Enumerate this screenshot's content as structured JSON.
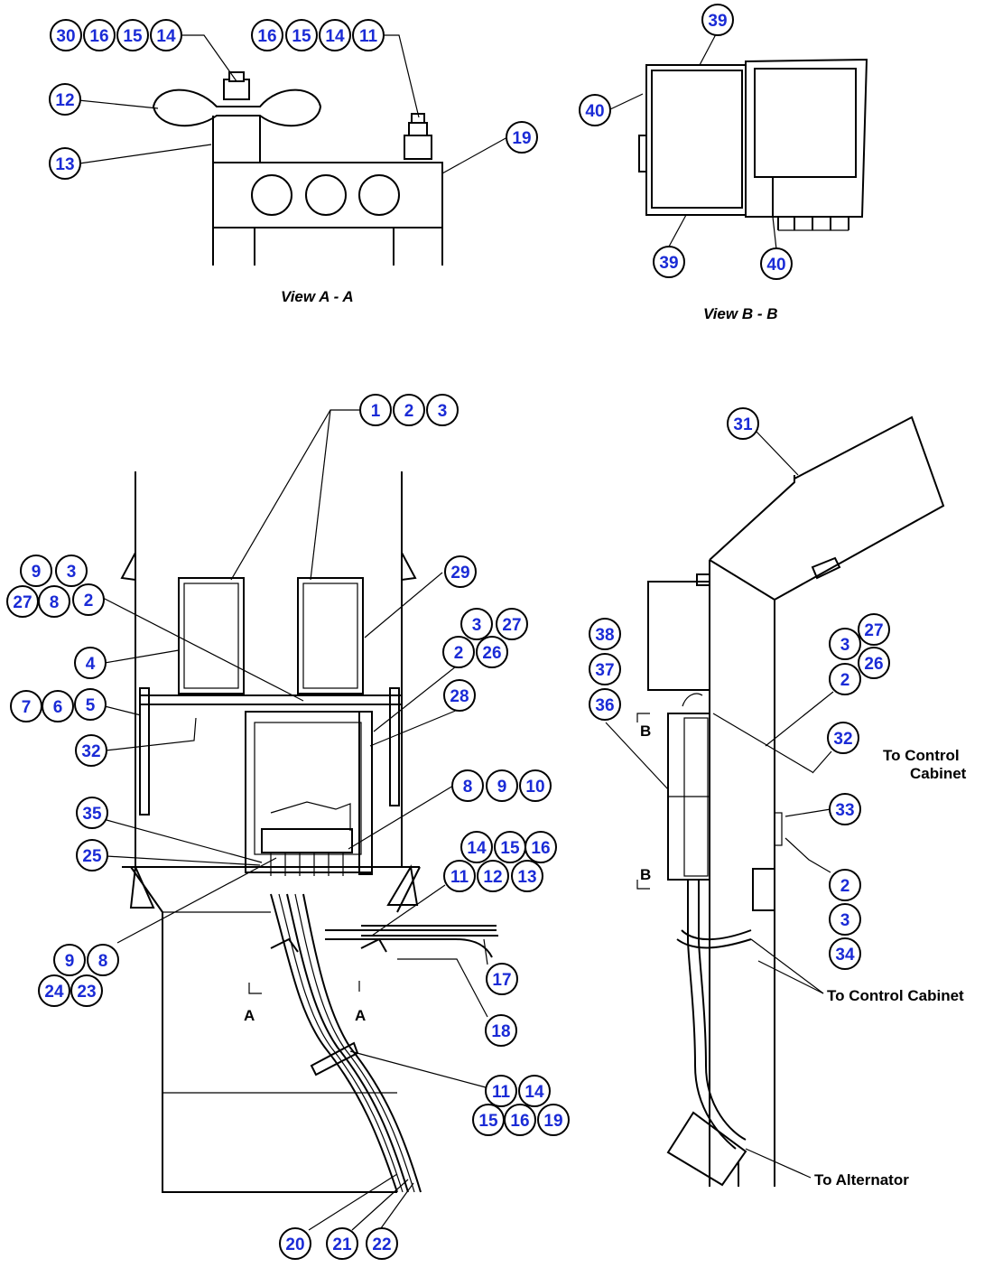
{
  "captions": {
    "view_a": "View A - A",
    "view_b": "View B - B"
  },
  "notes": {
    "to_control_cabinet_1a": "To Control",
    "to_control_cabinet_1b": "Cabinet",
    "to_control_cabinet_2": "To Control Cabinet",
    "to_alternator": "To Alternator"
  },
  "section_marks": {
    "a1": "A",
    "a2": "A",
    "b1": "B",
    "b2": "B"
  },
  "bubbles": [
    {
      "t": "30"
    },
    {
      "t": "16"
    },
    {
      "t": "15"
    },
    {
      "t": "14"
    },
    {
      "t": "16"
    },
    {
      "t": "15"
    },
    {
      "t": "14"
    },
    {
      "t": "11"
    },
    {
      "t": "12"
    },
    {
      "t": "13"
    },
    {
      "t": "19"
    },
    {
      "t": "39"
    },
    {
      "t": "40"
    },
    {
      "t": "39"
    },
    {
      "t": "40"
    },
    {
      "t": "1"
    },
    {
      "t": "2"
    },
    {
      "t": "3"
    },
    {
      "t": "31"
    },
    {
      "t": "9"
    },
    {
      "t": "3"
    },
    {
      "t": "27"
    },
    {
      "t": "8"
    },
    {
      "t": "2"
    },
    {
      "t": "29"
    },
    {
      "t": "3"
    },
    {
      "t": "27"
    },
    {
      "t": "2"
    },
    {
      "t": "26"
    },
    {
      "t": "4"
    },
    {
      "t": "7"
    },
    {
      "t": "6"
    },
    {
      "t": "5"
    },
    {
      "t": "28"
    },
    {
      "t": "32"
    },
    {
      "t": "8"
    },
    {
      "t": "9"
    },
    {
      "t": "10"
    },
    {
      "t": "35"
    },
    {
      "t": "25"
    },
    {
      "t": "14"
    },
    {
      "t": "15"
    },
    {
      "t": "16"
    },
    {
      "t": "11"
    },
    {
      "t": "12"
    },
    {
      "t": "13"
    },
    {
      "t": "9"
    },
    {
      "t": "8"
    },
    {
      "t": "24"
    },
    {
      "t": "23"
    },
    {
      "t": "17"
    },
    {
      "t": "18"
    },
    {
      "t": "11"
    },
    {
      "t": "14"
    },
    {
      "t": "15"
    },
    {
      "t": "16"
    },
    {
      "t": "19"
    },
    {
      "t": "20"
    },
    {
      "t": "21"
    },
    {
      "t": "22"
    },
    {
      "t": "38"
    },
    {
      "t": "37"
    },
    {
      "t": "36"
    },
    {
      "t": "3"
    },
    {
      "t": "27"
    },
    {
      "t": "26"
    },
    {
      "t": "2"
    },
    {
      "t": "32"
    },
    {
      "t": "33"
    },
    {
      "t": "2"
    },
    {
      "t": "3"
    },
    {
      "t": "34"
    }
  ]
}
